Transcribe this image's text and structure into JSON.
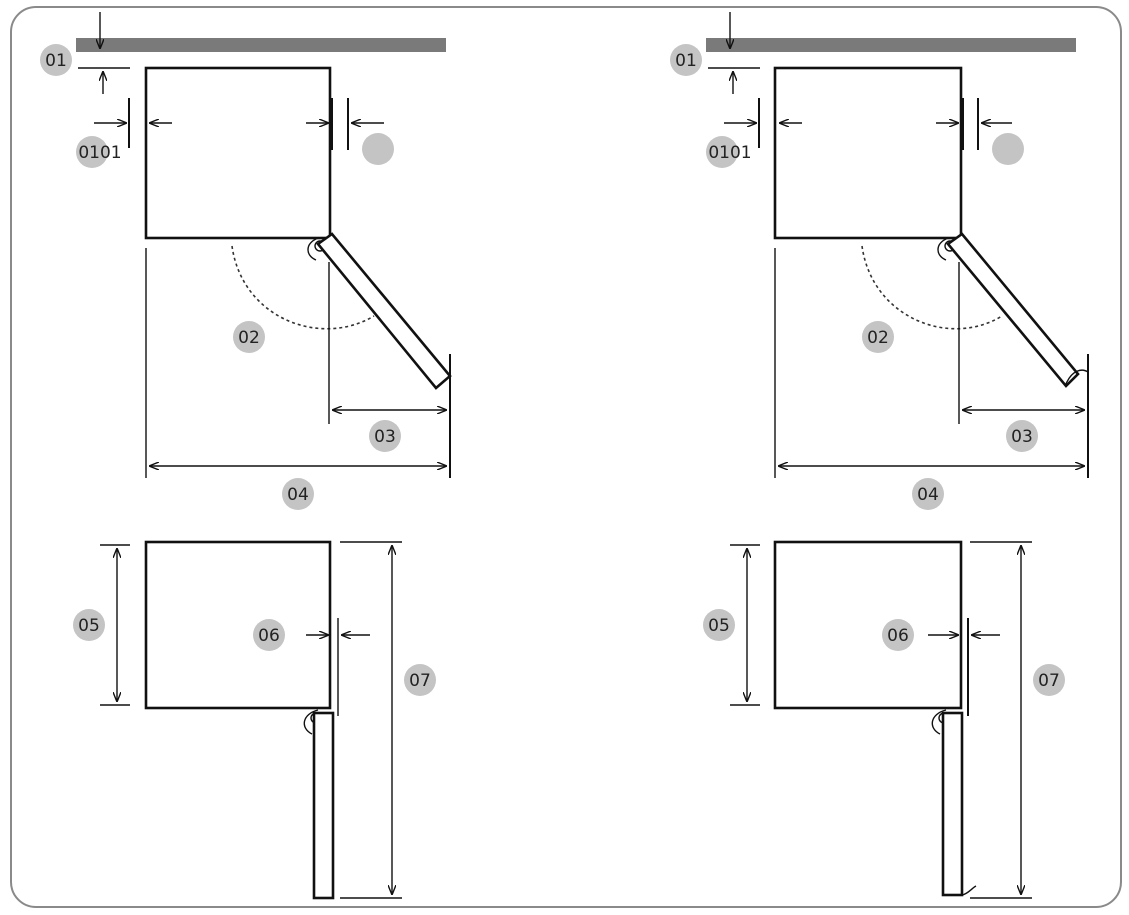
{
  "diagram": {
    "left": {
      "labels": {
        "wall_gap": "01",
        "side_gap": "0101",
        "door_angle": "02",
        "door_swing": "03",
        "total_width": "04",
        "depth": "05",
        "door_gap": "06",
        "total_depth": "07"
      }
    },
    "right": {
      "labels": {
        "wall_gap": "01",
        "side_gap": "0101",
        "door_angle": "02",
        "door_swing": "03",
        "total_width": "04",
        "depth": "05",
        "door_gap": "06",
        "total_depth": "07"
      }
    },
    "colors": {
      "wall": "#7a7a7a",
      "badge": "#c4c4c4",
      "line": "#111111",
      "frame": "#8a8a8a"
    }
  }
}
